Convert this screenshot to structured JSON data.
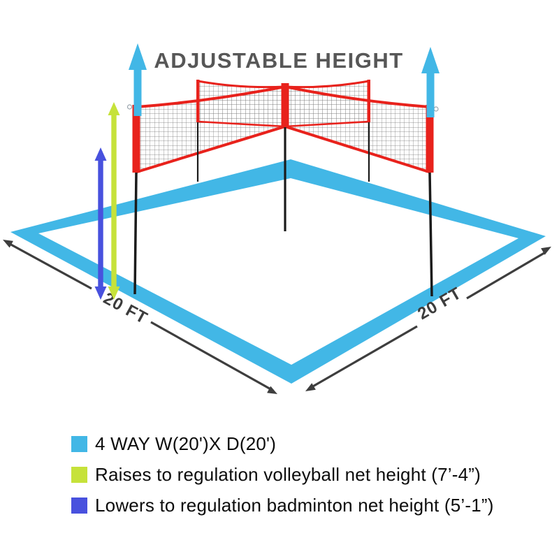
{
  "title": "ADJUSTABLE HEIGHT",
  "colors": {
    "cyan": "#42b7e6",
    "lime": "#c6e23a",
    "violet": "#4851de",
    "red": "#e8221c"
  },
  "court": {
    "front_left_label": "20 FT",
    "front_right_label": "20 FT"
  },
  "icons": {
    "up_arrow": "thick-up-arrow",
    "height_range_arrow": "double-headed-vertical-arrow",
    "dimension_line": "double-headed-diagonal-arrow"
  },
  "legend": {
    "items": [
      {
        "swatch": "#42b7e6",
        "label": "4 WAY W(20')X D(20')"
      },
      {
        "swatch": "#c6e23a",
        "label": "Raises to regulation volleyball net height (7’-4”)"
      },
      {
        "swatch": "#4851de",
        "label": "Lowers to regulation badminton net height (5’-1”)"
      }
    ]
  }
}
